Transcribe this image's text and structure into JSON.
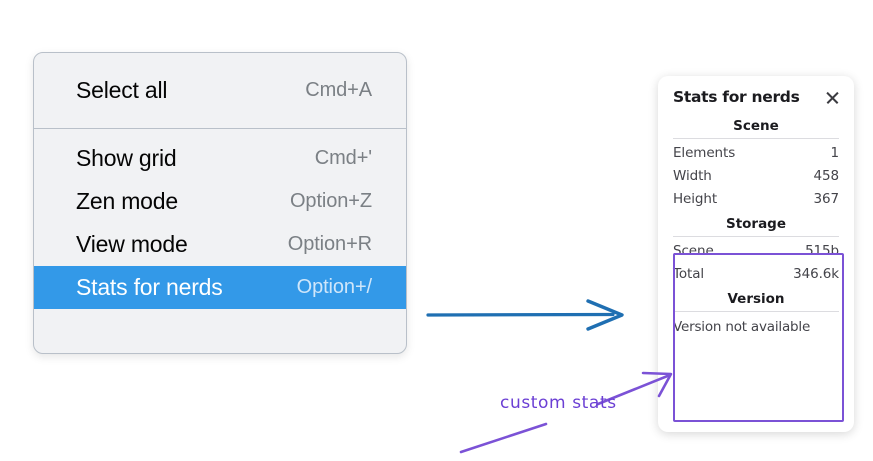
{
  "context_menu": {
    "groups": [
      {
        "items": [
          {
            "label": "Select all",
            "shortcut": "Cmd+A",
            "selected": false
          }
        ]
      },
      {
        "items": [
          {
            "label": "Show grid",
            "shortcut": "Cmd+'",
            "selected": false
          },
          {
            "label": "Zen mode",
            "shortcut": "Option+Z",
            "selected": false
          },
          {
            "label": "View mode",
            "shortcut": "Option+R",
            "selected": false
          },
          {
            "label": "Stats for nerds",
            "shortcut": "Option+/",
            "selected": true
          }
        ]
      }
    ],
    "highlight_color": "#3399e8",
    "background_color": "#f1f2f4"
  },
  "stats_panel": {
    "title": "Stats for nerds",
    "close_icon": "close-icon",
    "sections": [
      {
        "title": "Scene",
        "rows": [
          {
            "key": "Elements",
            "value": "1"
          },
          {
            "key": "Width",
            "value": "458"
          },
          {
            "key": "Height",
            "value": "367"
          }
        ]
      },
      {
        "title": "Storage",
        "rows": [
          {
            "key": "Scene",
            "value": "515b"
          },
          {
            "key": "Total",
            "value": "346.6k"
          }
        ]
      },
      {
        "title": "Version",
        "text": "Version not available"
      }
    ]
  },
  "annotations": {
    "custom_stats_label": "custom stats",
    "arrow_blue_color": "#1f6fb2",
    "arrow_purple_color": "#7b52d6"
  }
}
